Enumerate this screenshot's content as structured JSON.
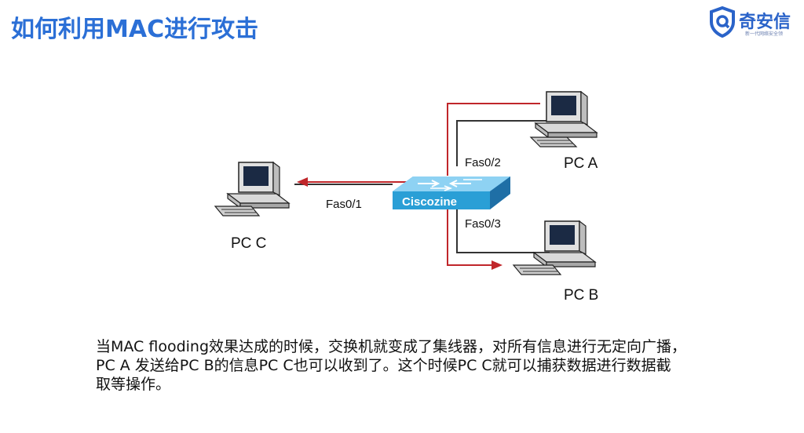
{
  "page": {
    "title": "如何利用MAC进行攻击"
  },
  "logo": {
    "name": "奇安信",
    "tagline": "新一代网络安全领"
  },
  "diagram": {
    "switch_label": "Ciscozine",
    "pcs": [
      {
        "id": "pc-a",
        "label": "PC A"
      },
      {
        "id": "pc-b",
        "label": "PC B"
      },
      {
        "id": "pc-c",
        "label": "PC C"
      }
    ],
    "ports": [
      {
        "id": "port-1",
        "label": "Fas0/1"
      },
      {
        "id": "port-2",
        "label": "Fas0/2"
      },
      {
        "id": "port-3",
        "label": "Fas0/3"
      }
    ],
    "colors": {
      "flow": "#c0262a",
      "link": "#333333",
      "switch": "#2a9fd6"
    }
  },
  "caption": {
    "lines": [
      "当MAC flooding效果达成的时候，交换机就变成了集线器，对所有信息进行无定向广播，",
      "PC A 发送给PC B的信息PC C也可以收到了。这个时候PC C就可以捕获数据进行数据截",
      "取等操作。"
    ]
  }
}
